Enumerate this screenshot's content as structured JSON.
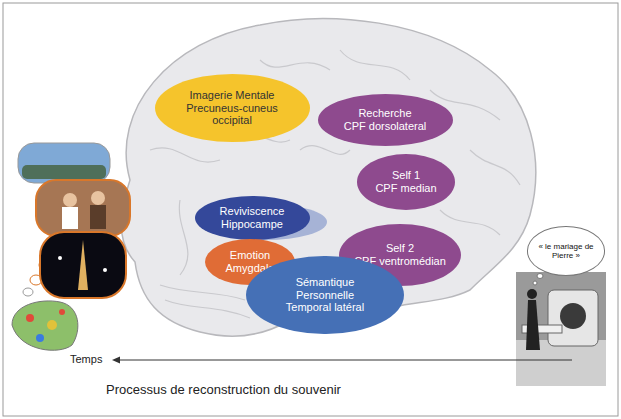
{
  "diagram": {
    "nodes": [
      {
        "text": [
          "Imagerie Mentale",
          "Precuneus-cuneus occipital"
        ]
      },
      {
        "text": [
          "Recherche",
          "CPF dorsolateral"
        ]
      },
      {
        "text": [
          "Self 1",
          "CPF median"
        ]
      },
      {
        "text": [
          "Reviviscence",
          "Hippocampe"
        ]
      },
      {
        "text": [
          "Emotion",
          "Amygdale"
        ]
      },
      {
        "text": [
          "Self 2",
          "CPF ventromédian"
        ]
      },
      {
        "text": [
          "Sémantique Personnelle",
          "Temporal latéral"
        ]
      },
      {
        "text": [
          "« le mariage de Pierre »"
        ]
      }
    ],
    "labels": [
      "Temps",
      "Processus de reconstruction du souvenir"
    ]
  }
}
